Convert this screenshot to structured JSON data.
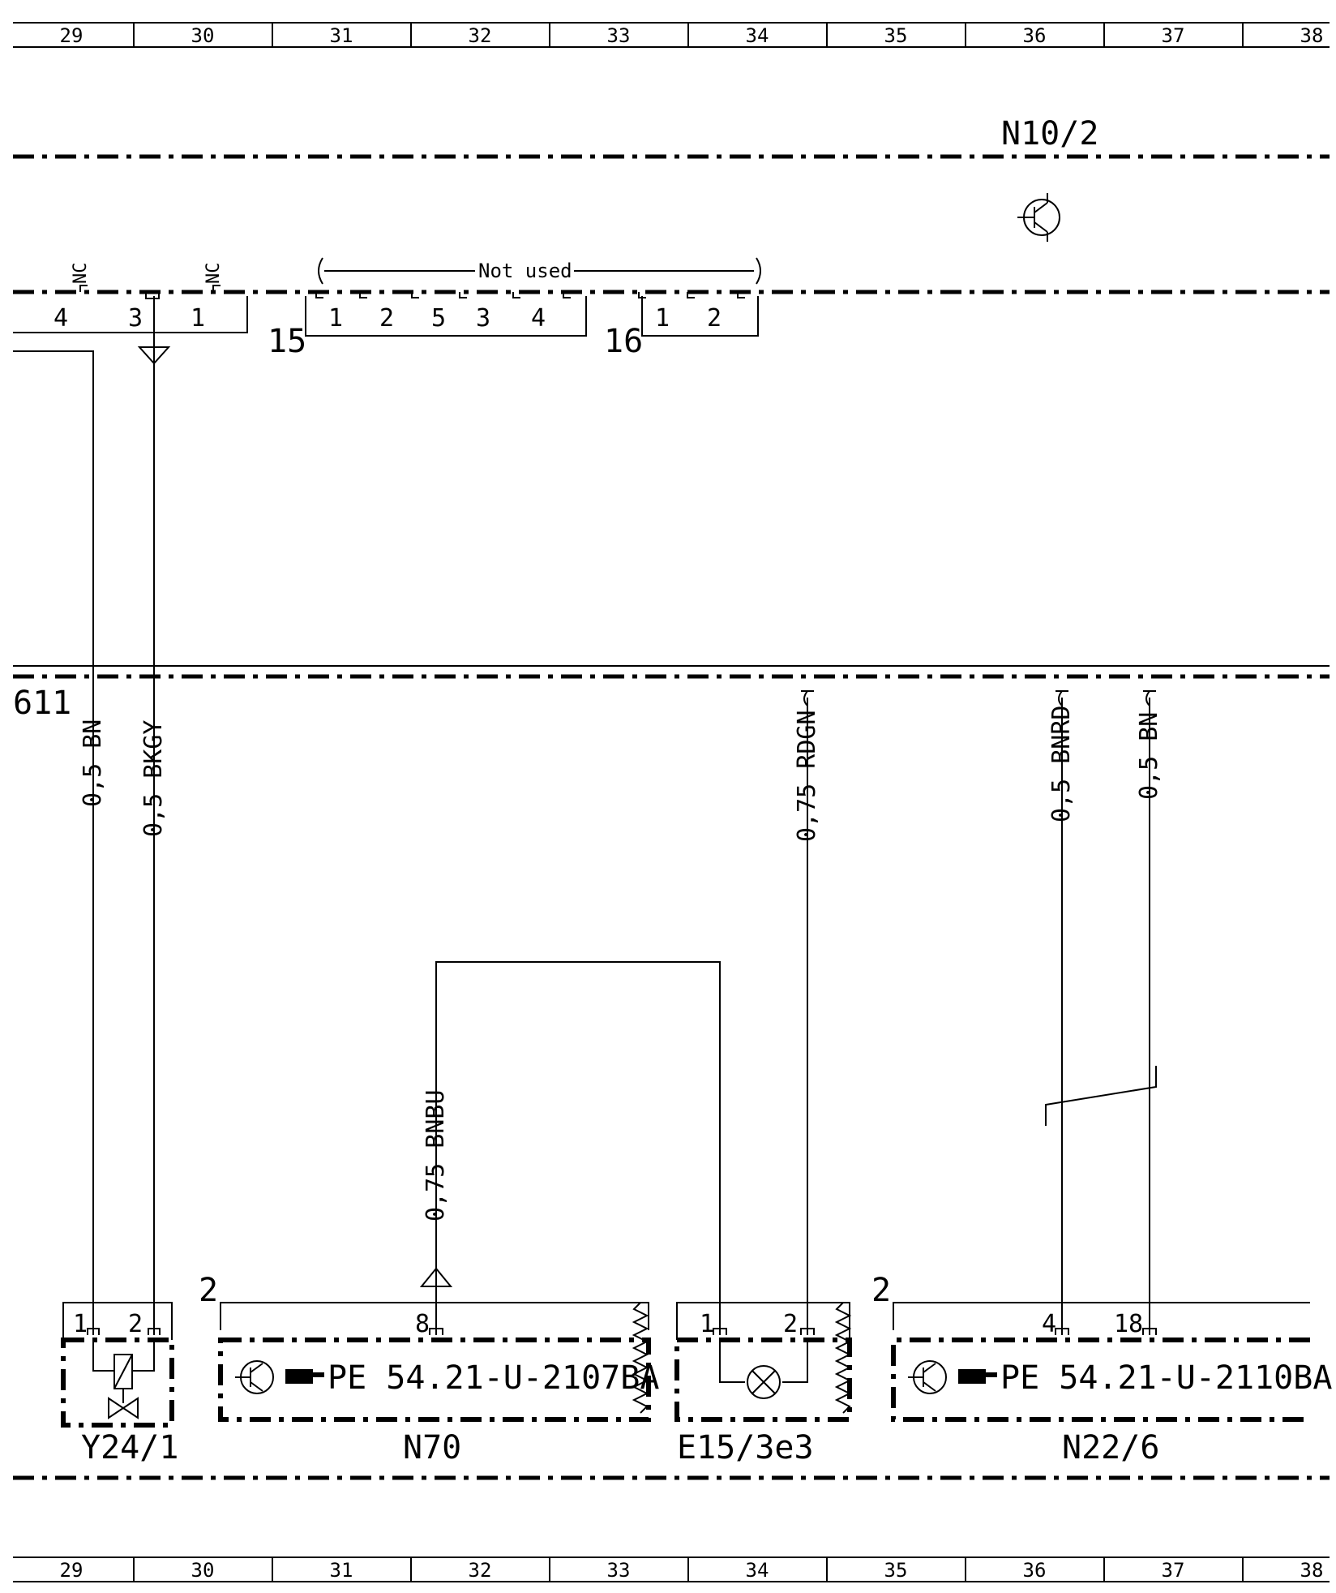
{
  "columns": [
    "29",
    "30",
    "31",
    "32",
    "33",
    "34",
    "35",
    "36",
    "37",
    "38"
  ],
  "zone": "611",
  "modules": {
    "top": {
      "label": "N10/2"
    },
    "n70": {
      "label": "N70",
      "ref": "PE 54.21-U-2107BA",
      "ground": "2"
    },
    "n22_6": {
      "label": "N22/6",
      "ref": "PE 54.21-U-2110BA",
      "ground": "2"
    },
    "e15": {
      "label": "E15/3e3"
    },
    "y24": {
      "label": "Y24/1"
    }
  },
  "connectors": {
    "left": {
      "pins": [
        "4",
        "3",
        "1"
      ],
      "nc_labels": [
        "NC",
        "NC"
      ]
    },
    "c15": {
      "id": "15",
      "pins": [
        "1",
        "2",
        "5",
        "3",
        "4"
      ]
    },
    "c16": {
      "id": "16",
      "pins": [
        "1",
        "2"
      ]
    },
    "not_used": "Not used"
  },
  "wires": {
    "w1": "0,5 BN",
    "w2": "0,5 BKGY",
    "w3": "0,75 RDGN",
    "w4": "0,5 BNRD",
    "w5": "0,5 BN",
    "w6": "0,75 BNBU"
  },
  "pins": {
    "y24": [
      "1",
      "2"
    ],
    "n70": "8",
    "e15": [
      "1",
      "2"
    ],
    "n22": [
      "4",
      "18"
    ]
  }
}
